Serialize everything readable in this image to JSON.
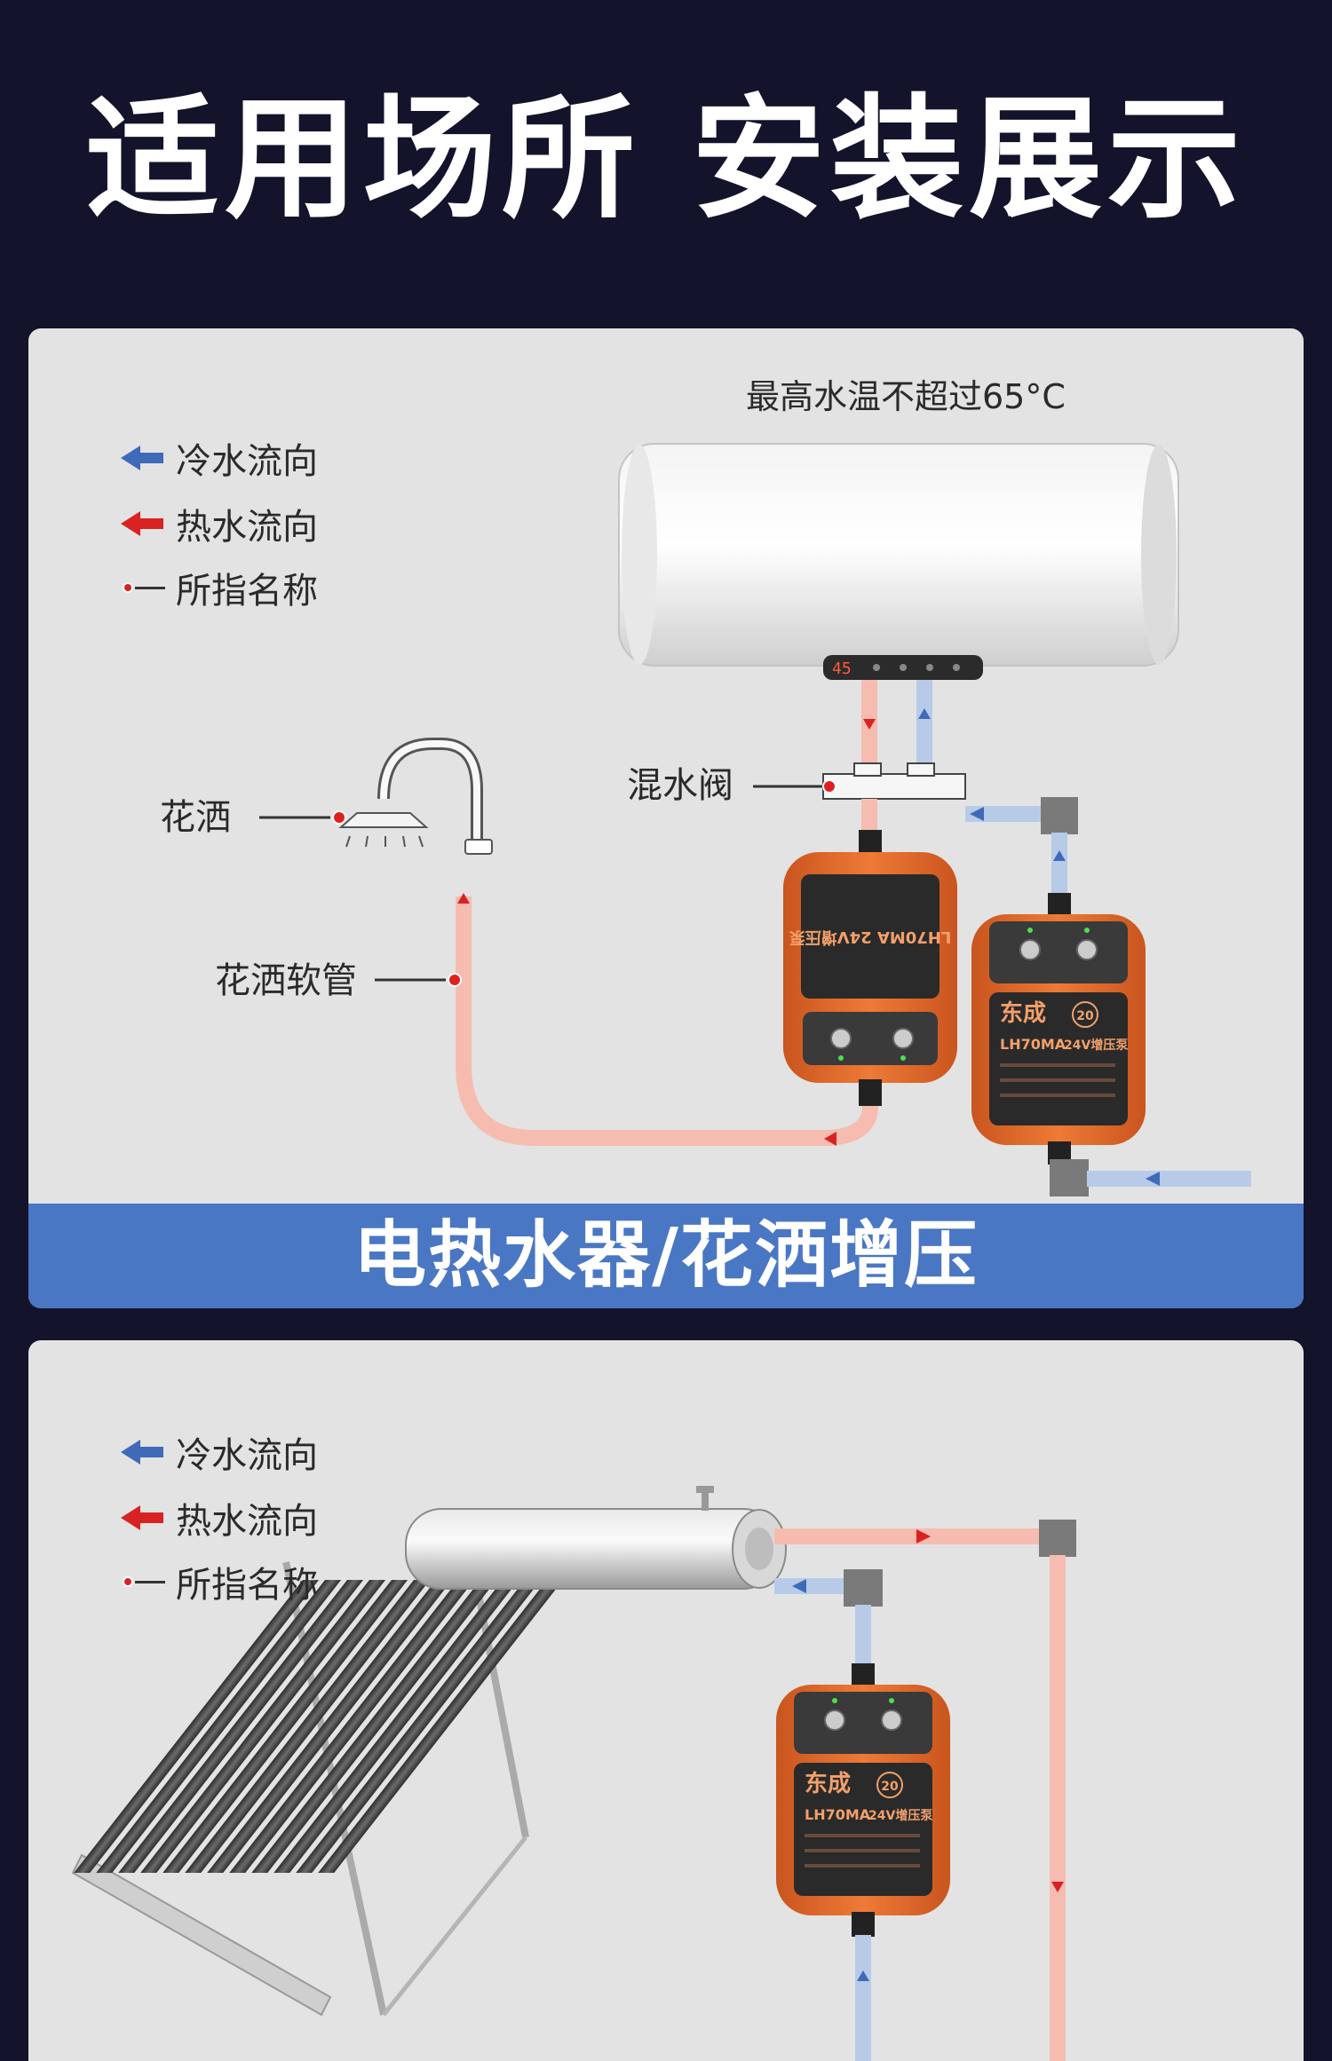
{
  "header": {
    "title": "适用场所 安装展示"
  },
  "colors": {
    "background": "#13132b",
    "panel": "#e3e3e3",
    "banner": "#4a77c4",
    "cold": "#3f6ab8",
    "hot": "#d92323",
    "pipe_hot": "#f6bcb0",
    "pipe_cold": "#b7cbe9",
    "pump": "#e46a2c"
  },
  "legend": {
    "cold": "冷水流向",
    "hot": "热水流向",
    "pointer": "所指名称"
  },
  "scene1": {
    "max_temp": "最高水温不超过65°C",
    "shower": "花洒",
    "hose": "花洒软管",
    "mixer": "混水阀",
    "display_temp": "45",
    "banner": "电热水器/花洒增压"
  },
  "pump": {
    "brand": "东成",
    "model": "LH70MA",
    "type": "24V增压泵",
    "badge": "20"
  }
}
